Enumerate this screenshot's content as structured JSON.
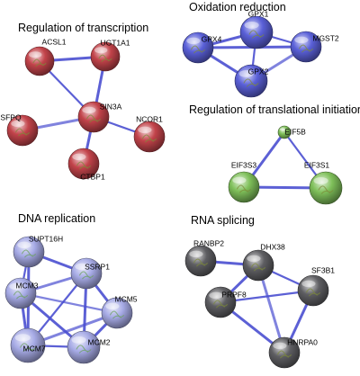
{
  "colors": {
    "edge": "#4a4fd0",
    "red": "#c2434a",
    "blue": "#5a60d8",
    "green": "#7fc05a",
    "lavender": "#a7abe6",
    "gray": "#5e5e62"
  },
  "modules": [
    {
      "id": "transcription",
      "title": "Regulation of transcription",
      "color": "red",
      "nodes": [
        {
          "id": "ACSL1",
          "label": "ACSL1"
        },
        {
          "id": "UGT1A1",
          "label": "UGT1A1"
        },
        {
          "id": "SIN3A",
          "label": "SIN3A"
        },
        {
          "id": "SFPQ",
          "label": "SFPQ"
        },
        {
          "id": "NCOR1",
          "label": "NCOR1"
        },
        {
          "id": "CTBP1",
          "label": "CTBP1"
        }
      ],
      "edges": [
        [
          "ACSL1",
          "UGT1A1"
        ],
        [
          "ACSL1",
          "SIN3A"
        ],
        [
          "UGT1A1",
          "SIN3A"
        ],
        [
          "SFPQ",
          "SIN3A"
        ],
        [
          "SIN3A",
          "NCOR1"
        ],
        [
          "SIN3A",
          "CTBP1"
        ]
      ]
    },
    {
      "id": "oxidation",
      "title": "Oxidation reduction",
      "color": "blue",
      "nodes": [
        {
          "id": "GPX1",
          "label": "GPX1"
        },
        {
          "id": "GPX4",
          "label": "GPX4"
        },
        {
          "id": "MGST2",
          "label": "MGST2"
        },
        {
          "id": "GPX2",
          "label": "GPX2"
        }
      ],
      "edges": [
        [
          "GPX4",
          "GPX1"
        ],
        [
          "GPX1",
          "MGST2"
        ],
        [
          "GPX4",
          "GPX2"
        ],
        [
          "MGST2",
          "GPX2"
        ],
        [
          "GPX1",
          "GPX2"
        ],
        [
          "GPX4",
          "MGST2"
        ]
      ]
    },
    {
      "id": "translation",
      "title": "Regulation of translational initiation",
      "color": "green",
      "nodes": [
        {
          "id": "EIF5B",
          "label": "EIF5B"
        },
        {
          "id": "EIF3S3",
          "label": "EIF3S3"
        },
        {
          "id": "EIF3S1",
          "label": "EIF3S1"
        }
      ],
      "edges": [
        [
          "EIF5B",
          "EIF3S3"
        ],
        [
          "EIF5B",
          "EIF3S1"
        ],
        [
          "EIF3S3",
          "EIF3S1"
        ]
      ]
    },
    {
      "id": "replication",
      "title": "DNA replication",
      "color": "lavender",
      "nodes": [
        {
          "id": "SUPT16H",
          "label": "SUPT16H"
        },
        {
          "id": "SSRP1",
          "label": "SSRP1"
        },
        {
          "id": "MCM3",
          "label": "MCM3"
        },
        {
          "id": "MCM5",
          "label": "MCM5"
        },
        {
          "id": "MCM7",
          "label": "MCM7"
        },
        {
          "id": "MCM2",
          "label": "MCM2"
        }
      ],
      "edges": [
        [
          "SUPT16H",
          "SSRP1"
        ],
        [
          "SUPT16H",
          "MCM3"
        ],
        [
          "SUPT16H",
          "MCM7"
        ],
        [
          "SSRP1",
          "MCM3"
        ],
        [
          "SSRP1",
          "MCM7"
        ],
        [
          "SSRP1",
          "MCM2"
        ],
        [
          "SSRP1",
          "MCM5"
        ],
        [
          "MCM3",
          "MCM5"
        ],
        [
          "MCM3",
          "MCM7"
        ],
        [
          "MCM3",
          "MCM2"
        ],
        [
          "MCM7",
          "MCM2"
        ],
        [
          "MCM7",
          "MCM5"
        ],
        [
          "MCM2",
          "MCM5"
        ]
      ]
    },
    {
      "id": "splicing",
      "title": "RNA splicing",
      "color": "gray",
      "nodes": [
        {
          "id": "RANBP2",
          "label": "RANBP2"
        },
        {
          "id": "DHX38",
          "label": "DHX38"
        },
        {
          "id": "SF3B1",
          "label": "SF3B1"
        },
        {
          "id": "PRPF8",
          "label": "PRPF8"
        },
        {
          "id": "HNRPA0",
          "label": "HNRPA0"
        }
      ],
      "edges": [
        [
          "RANBP2",
          "DHX38"
        ],
        [
          "DHX38",
          "SF3B1"
        ],
        [
          "DHX38",
          "PRPF8"
        ],
        [
          "DHX38",
          "HNRPA0"
        ],
        [
          "PRPF8",
          "SF3B1"
        ],
        [
          "PRPF8",
          "HNRPA0"
        ],
        [
          "SF3B1",
          "HNRPA0"
        ]
      ]
    }
  ]
}
